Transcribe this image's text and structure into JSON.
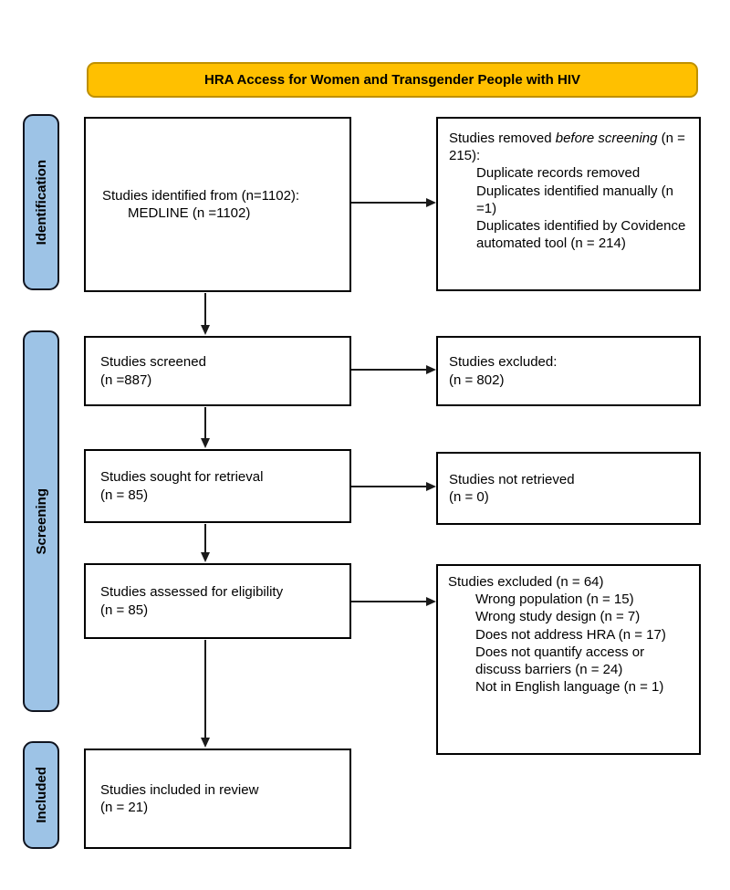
{
  "title": "HRA Access for Women and Transgender People with HIV",
  "sidebar": {
    "identification": "Identification",
    "screening": "Screening",
    "included": "Included"
  },
  "flow": {
    "identified": {
      "line1": "Studies identified from (n=1102):",
      "line2": "MEDLINE (n =1102)"
    },
    "screened": {
      "line1": "Studies screened",
      "line2": "(n =887)"
    },
    "sought": {
      "line1": "Studies sought for retrieval",
      "line2": "(n = 85)"
    },
    "assessed": {
      "line1": "Studies assessed for eligibility",
      "line2": "(n = 85)"
    },
    "included": {
      "line1": "Studies included in review",
      "line2": "(n = 21)"
    }
  },
  "exclusions": {
    "removed_before_screening": {
      "prefix": "Studies removed ",
      "italic": "before screening",
      "suffix": " (n = 215):",
      "items": [
        "Duplicate records removed",
        "Duplicates identified manually (n =1)",
        "Duplicates identified by Covidence automated tool (n = 214)"
      ]
    },
    "excluded_screening": {
      "line1": "Studies excluded:",
      "line2": "(n = 802)"
    },
    "not_retrieved": {
      "line1": "Studies not retrieved",
      "line2": "(n = 0)"
    },
    "excluded_eligibility": {
      "header": "Studies excluded (n = 64)",
      "items": [
        "Wrong population (n = 15)",
        "Wrong study design (n = 7)",
        "Does not address HRA (n = 17)",
        "Does not quantify access or discuss barriers (n = 24)",
        "Not in English language (n = 1)"
      ]
    }
  },
  "colors": {
    "title_bg": "#FFC000",
    "title_border": "#BF9000",
    "sidebar_bg": "#9DC3E6",
    "sidebar_border": "#10141F",
    "box_border": "#000000",
    "arrow": "#1A1A1A"
  }
}
